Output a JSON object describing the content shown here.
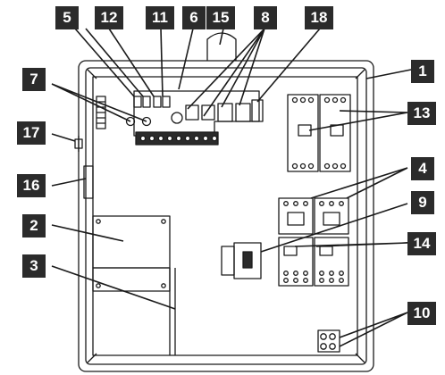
{
  "callouts": [
    {
      "id": "c5",
      "label": "5"
    },
    {
      "id": "c12",
      "label": "12"
    },
    {
      "id": "c11",
      "label": "11"
    },
    {
      "id": "c6",
      "label": "6"
    },
    {
      "id": "c15",
      "label": "15"
    },
    {
      "id": "c8",
      "label": "8"
    },
    {
      "id": "c18",
      "label": "18"
    },
    {
      "id": "c1",
      "label": "1"
    },
    {
      "id": "c7",
      "label": "7"
    },
    {
      "id": "c13",
      "label": "13"
    },
    {
      "id": "c17",
      "label": "17"
    },
    {
      "id": "c4",
      "label": "4"
    },
    {
      "id": "c16",
      "label": "16"
    },
    {
      "id": "c9",
      "label": "9"
    },
    {
      "id": "c2",
      "label": "2"
    },
    {
      "id": "c14",
      "label": "14"
    },
    {
      "id": "c3",
      "label": "3"
    },
    {
      "id": "c10",
      "label": "10"
    }
  ],
  "colors": {
    "callout_bg": "#2b2b2b",
    "callout_text": "#ffffff",
    "line": "#1a1a1a",
    "background": "#ffffff"
  }
}
